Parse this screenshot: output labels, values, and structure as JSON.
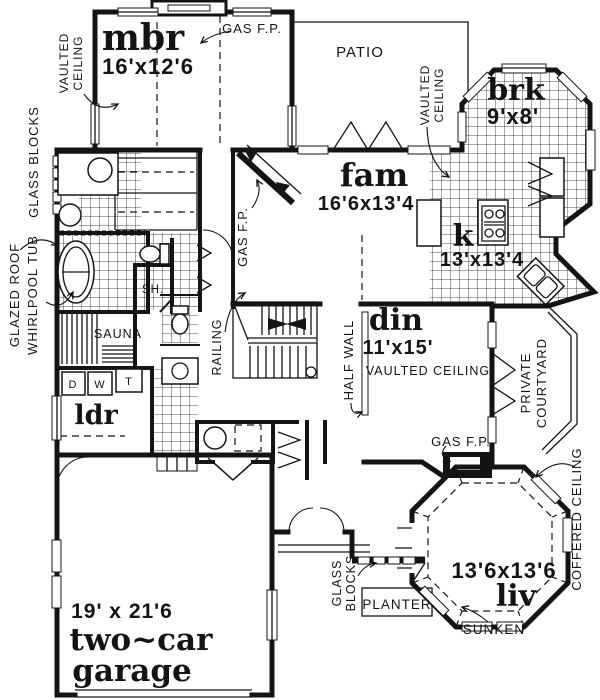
{
  "rooms": {
    "mbr": {
      "label": "mbr",
      "dims": "16'x12'6"
    },
    "brk": {
      "label": "brk",
      "dims": "9'x8'"
    },
    "fam": {
      "label": "fam",
      "dims": "16'6x13'4"
    },
    "kitchen": {
      "label": "k",
      "dims": "13'x13'4"
    },
    "din": {
      "label": "din",
      "dims": "11'x15'",
      "ceiling": "VAULTED CEILING"
    },
    "liv": {
      "label": "liv",
      "dims": "13'6x13'6",
      "note": "SUNKEN"
    },
    "garage": {
      "dims": "19' x 21'6",
      "label_line1": "two~car",
      "label_line2": "garage"
    },
    "ldr": {
      "label": "ldr"
    },
    "sauna": {
      "label": "SAUNA"
    },
    "shower": {
      "label": "SH."
    }
  },
  "labels": {
    "patio": "PATIO",
    "gas_fp": "GAS F.P.",
    "vaulted": "VAULTED",
    "ceiling": "CEILING",
    "glass": "GLASS",
    "blocks": "BLOCKS",
    "glass_blocks": "GLASS BLOCKS",
    "glazed_roof": "GLAZED ROOF",
    "whirlpool_tub": "WHIRLPOOL TUB",
    "half_wall": "HALF WALL",
    "railing": "RAILING",
    "private": "PRIVATE",
    "courtyard": "COURTYARD",
    "coffered_ceiling": "COFFERED CEILING",
    "planter": "PLANTER",
    "sunken": "SUNKEN",
    "dryer": "D",
    "washer": "W",
    "tub": "T"
  },
  "colors": {
    "ink": "#141414",
    "paper": "#ffffff"
  }
}
